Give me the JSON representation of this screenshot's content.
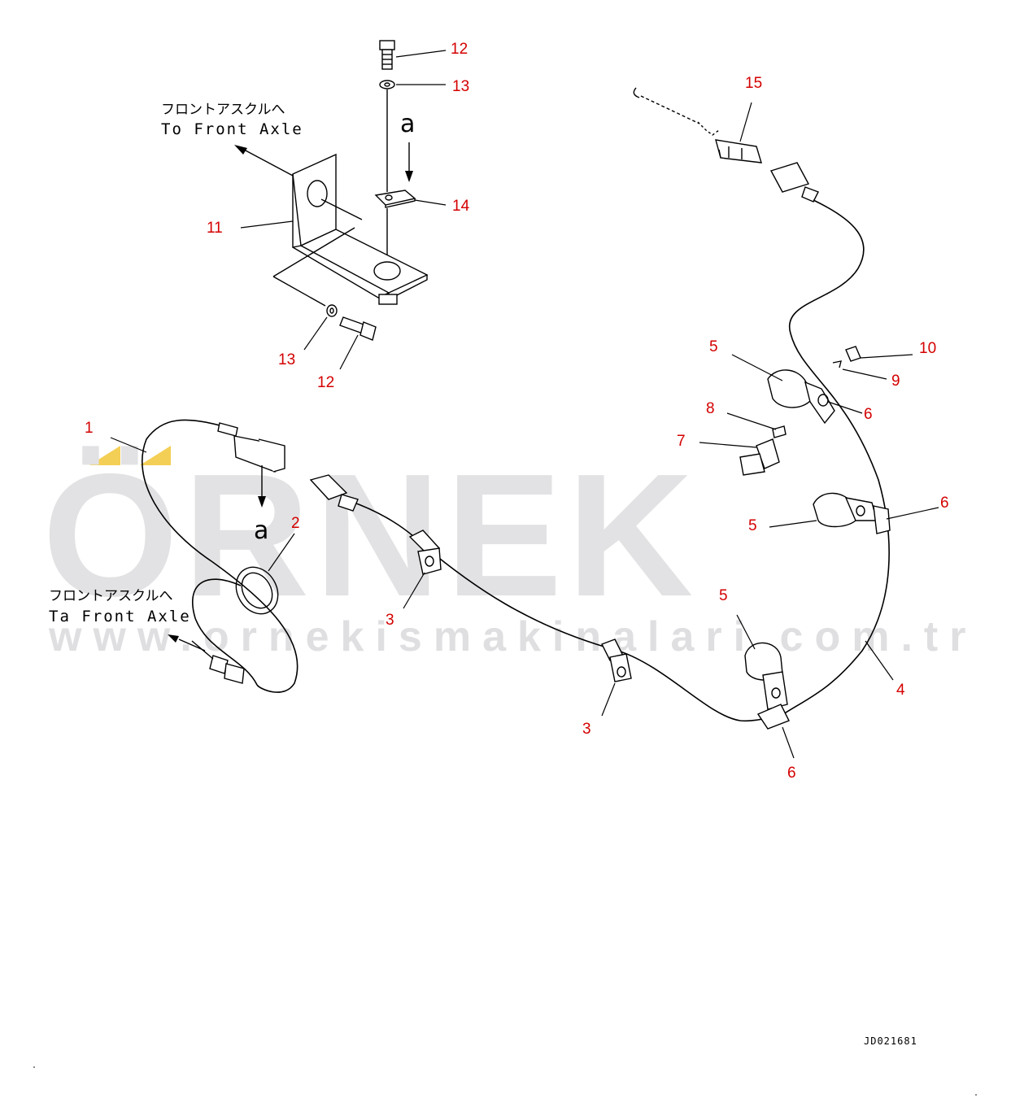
{
  "watermark": {
    "brand": "ÖRNEK",
    "url": "www.ornekismakinalari.com.tr",
    "accent_color": "#f4cf55",
    "text_color": "#e2e2e4"
  },
  "notes": {
    "to_front_axle_jp": "フロントアスクルへ",
    "to_front_axle_en_top": "To Front Axle",
    "to_front_axle_en_bottom": "Ta Front Axle"
  },
  "view_marks": {
    "view_a_top": "a",
    "view_a_bottom": "a"
  },
  "drawing_ref": "JD021681",
  "callouts": {
    "c12_top": "12",
    "c13_top": "13",
    "c14": "14",
    "c11": "11",
    "c13_bottom": "13",
    "c12_bottom": "12",
    "c15": "15",
    "c10": "10",
    "c9": "9",
    "c5_top": "5",
    "c6_top": "6",
    "c8": "8",
    "c7": "7",
    "c1": "1",
    "c2": "2",
    "c3_upper": "3",
    "c5_mid": "5",
    "c6_mid": "6",
    "c5_lower": "5",
    "c4": "4",
    "c3_lower": "3",
    "c6_lower": "6"
  },
  "colors": {
    "callout": "#d40000",
    "line": "#000000"
  }
}
